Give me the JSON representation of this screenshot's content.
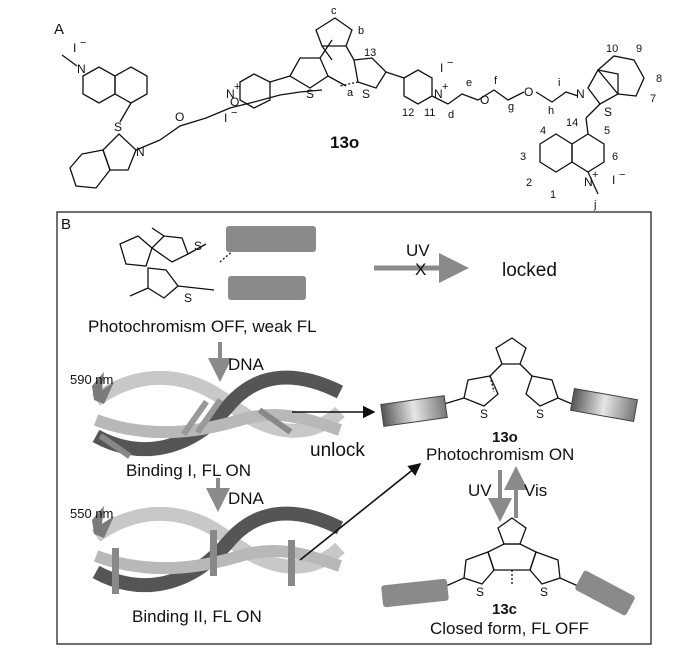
{
  "panelA": {
    "label": "A",
    "compound": "13o",
    "atoms": {
      "iodide": "I",
      "iodide_minus": "−",
      "n_plus": "N",
      "plus": "+",
      "nitrogen": "N",
      "sulfur": "S",
      "oxygen": "O"
    },
    "letters": {
      "a": "a",
      "b": "b",
      "c": "c",
      "d": "d",
      "e": "e",
      "f": "f",
      "g": "g",
      "h": "h",
      "i": "i",
      "j": "j"
    },
    "numbers": {
      "n1": "1",
      "n2": "2",
      "n3": "3",
      "n4": "4",
      "n5": "5",
      "n6": "6",
      "n7": "7",
      "n8": "8",
      "n9": "9",
      "n10": "10",
      "n11": "11",
      "n12": "12",
      "n13": "13",
      "n14": "14"
    }
  },
  "panelB": {
    "label": "B",
    "state_off": "Photochromism OFF, weak FL",
    "uv_label": "UV",
    "blocked_mark": "X",
    "locked": "locked",
    "dna_label_1": "DNA",
    "dna_label_2": "DNA",
    "wavelength_1": "590 nm",
    "wavelength_2": "550 nm",
    "binding_1": "Binding I, FL ON",
    "binding_2": "Binding II, FL ON",
    "unlock": "unlock",
    "open_compound": "13o",
    "photo_on": "Photochromism ON",
    "uv_label_2": "UV",
    "vis_label": "Vis",
    "closed_compound": "13c",
    "closed_state": "Closed form, FL OFF"
  }
}
